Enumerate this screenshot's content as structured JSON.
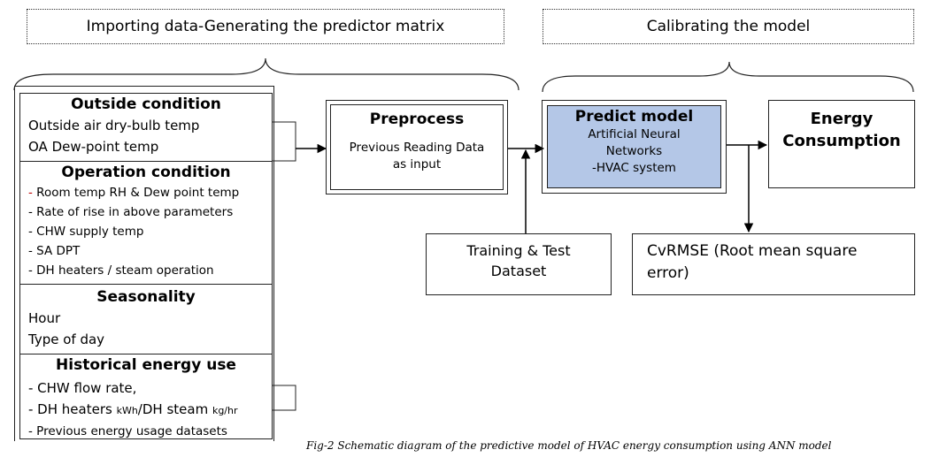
{
  "headers": {
    "left": "Importing data-Generating the predictor matrix",
    "right": "Calibrating the model"
  },
  "predictors": {
    "outside": {
      "title": "Outside condition",
      "items": [
        "Outside air dry-bulb temp",
        "OA Dew-point temp"
      ]
    },
    "operation": {
      "title": "Operation condition",
      "items": [
        {
          "dash": "-",
          "text": " Room temp RH & Dew point temp"
        },
        {
          "dash": "-",
          "text": " Rate of rise in above parameters"
        },
        {
          "dash": "-",
          "text": " CHW supply temp"
        },
        {
          "dash": "-",
          "text": " SA DPT"
        },
        {
          "dash": "-",
          "text": " DH heaters / steam operation"
        }
      ]
    },
    "seasonality": {
      "title": "Seasonality",
      "items": [
        "Hour",
        "Type of day"
      ]
    },
    "historical": {
      "title": "Historical energy use",
      "item1": "- CHW flow rate,",
      "item2a": "- DH heaters ",
      "item2b": "kWh",
      "item2c": "/DH steam ",
      "item2d": "kg/hr",
      "item3": "- Previous energy usage datasets"
    }
  },
  "preprocess": {
    "title": "Preprocess",
    "line1": "Previous Reading Data",
    "line2": "as input"
  },
  "predict": {
    "title": "Predict model",
    "line1": "Artificial Neural",
    "line2": "Networks",
    "line3": "-HVAC system",
    "fill": "#b4c7e7"
  },
  "energy": {
    "line1": "Energy",
    "line2": "Consumption"
  },
  "training": {
    "line1": "Training & Test",
    "line2": "Dataset"
  },
  "cvrmse": {
    "line1": "CvRMSE (Root mean square",
    "line2": "error)"
  },
  "caption": "Fig-2 Schematic diagram of the predictive model of HVAC energy consumption using ANN model"
}
